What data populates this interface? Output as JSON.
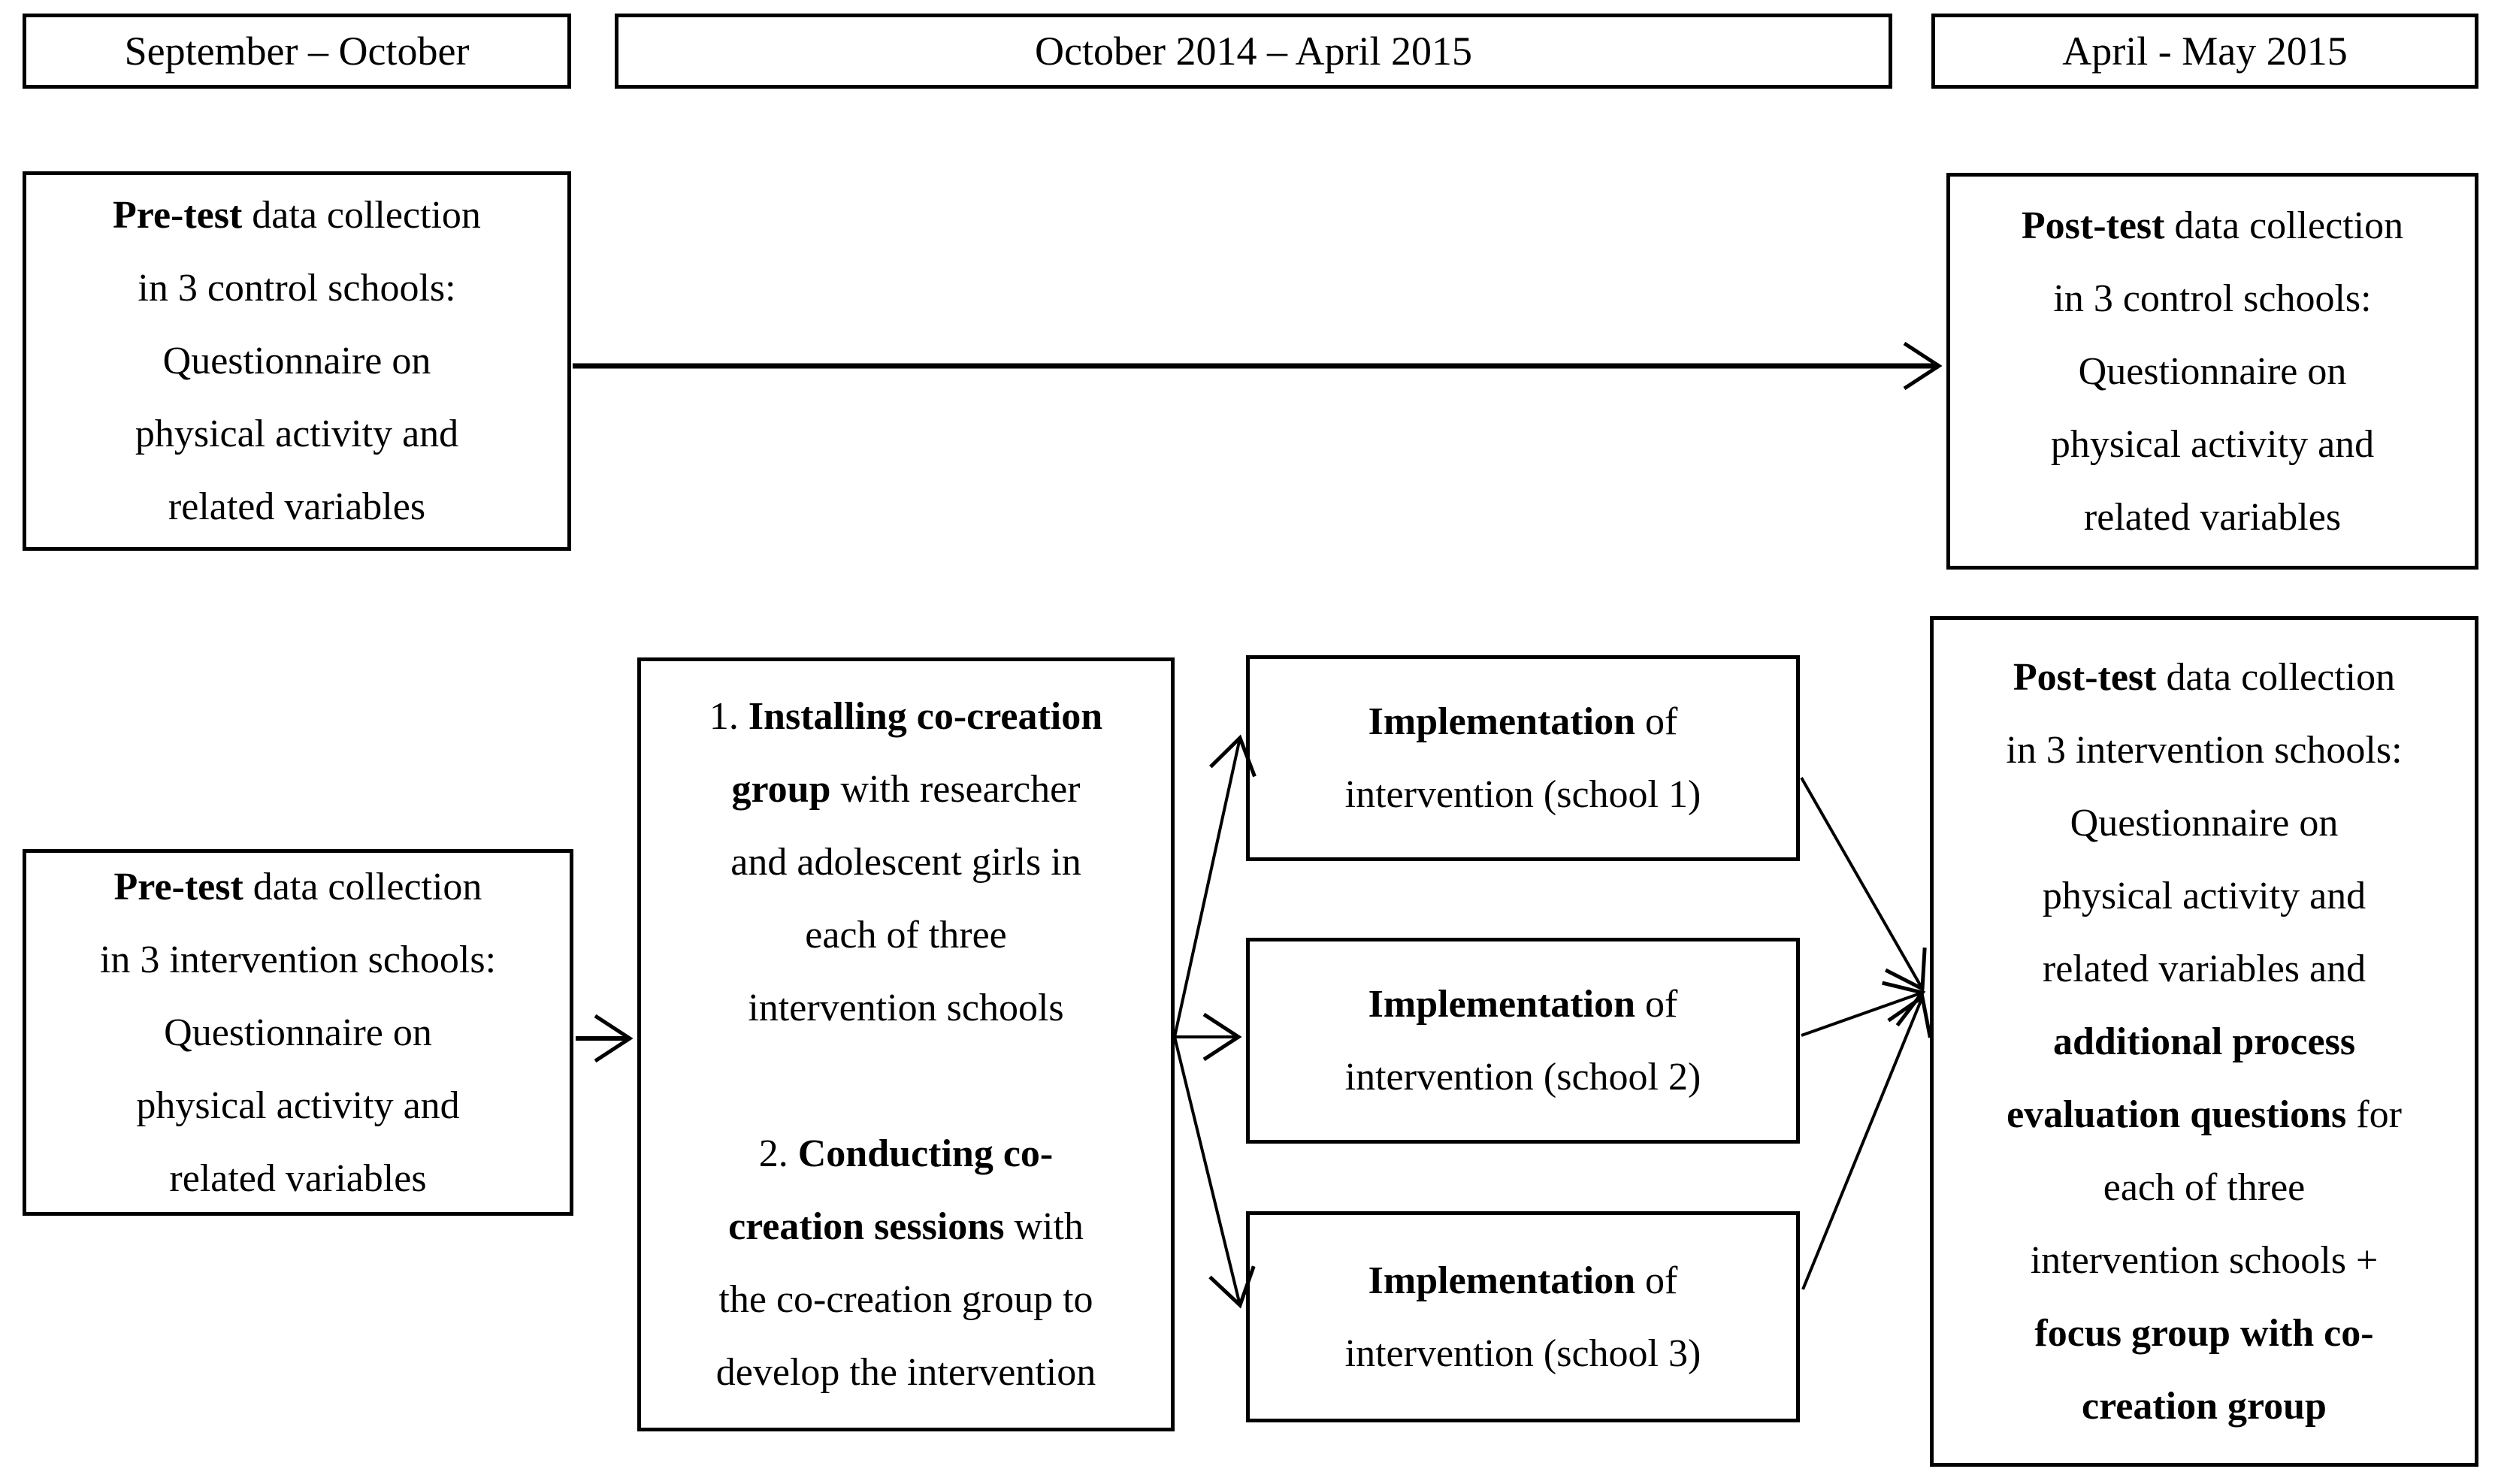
{
  "colors": {
    "border": "#000000",
    "text": "#000000",
    "background": "#ffffff"
  },
  "headers": [
    {
      "label": "September – October"
    },
    {
      "label": "October 2014 – April 2015"
    },
    {
      "label": "April - May 2015"
    }
  ],
  "boxes": {
    "pretest_control": {
      "lines": [
        [
          {
            "t": "Pre-test",
            "b": true
          },
          {
            "t": " data collection"
          }
        ],
        [
          {
            "t": "in 3 control schools:"
          }
        ],
        [
          {
            "t": "Questionnaire on"
          }
        ],
        [
          {
            "t": "physical activity and"
          }
        ],
        [
          {
            "t": "related variables"
          }
        ]
      ]
    },
    "posttest_control": {
      "lines": [
        [
          {
            "t": "Post-test",
            "b": true
          },
          {
            "t": " data collection"
          }
        ],
        [
          {
            "t": "in 3 control schools:"
          }
        ],
        [
          {
            "t": "Questionnaire on"
          }
        ],
        [
          {
            "t": "physical activity and"
          }
        ],
        [
          {
            "t": "related variables"
          }
        ]
      ]
    },
    "pretest_intervention": {
      "lines": [
        [
          {
            "t": "Pre-test",
            "b": true
          },
          {
            "t": " data collection"
          }
        ],
        [
          {
            "t": "in 3 intervention schools:"
          }
        ],
        [
          {
            "t": "Questionnaire on"
          }
        ],
        [
          {
            "t": "physical activity and"
          }
        ],
        [
          {
            "t": "related variables"
          }
        ]
      ]
    },
    "cocreation": {
      "lines": [
        [
          {
            "t": "1. "
          },
          {
            "t": "Installing co-creation",
            "b": true
          }
        ],
        [
          {
            "t": "group",
            "b": true
          },
          {
            "t": " with researcher"
          }
        ],
        [
          {
            "t": "and adolescent girls in"
          }
        ],
        [
          {
            "t": "each of three"
          }
        ],
        [
          {
            "t": "intervention schools"
          }
        ],
        [],
        [
          {
            "t": "2. "
          },
          {
            "t": "Conducting co-",
            "b": true
          }
        ],
        [
          {
            "t": "creation sessions",
            "b": true
          },
          {
            "t": " with"
          }
        ],
        [
          {
            "t": "the co-creation group to"
          }
        ],
        [
          {
            "t": "develop the intervention"
          }
        ]
      ]
    },
    "impl_school1": {
      "lines": [
        [
          {
            "t": "Implementation",
            "b": true
          },
          {
            "t": " of"
          }
        ],
        [
          {
            "t": "intervention (school 1)"
          }
        ]
      ]
    },
    "impl_school2": {
      "lines": [
        [
          {
            "t": "Implementation",
            "b": true
          },
          {
            "t": " of"
          }
        ],
        [
          {
            "t": "intervention (school 2)"
          }
        ]
      ]
    },
    "impl_school3": {
      "lines": [
        [
          {
            "t": "Implementation",
            "b": true
          },
          {
            "t": " of"
          }
        ],
        [
          {
            "t": "intervention (school 3)"
          }
        ]
      ]
    },
    "posttest_intervention": {
      "lines": [
        [
          {
            "t": "Post-test",
            "b": true
          },
          {
            "t": " data collection"
          }
        ],
        [
          {
            "t": "in 3 intervention schools:"
          }
        ],
        [
          {
            "t": "Questionnaire on"
          }
        ],
        [
          {
            "t": "physical activity and"
          }
        ],
        [
          {
            "t": "related variables and"
          }
        ],
        [
          {
            "t": "additional process",
            "b": true
          }
        ],
        [
          {
            "t": "evaluation questions",
            "b": true
          },
          {
            "t": " for"
          }
        ],
        [
          {
            "t": "each of three"
          }
        ],
        [
          {
            "t": "intervention schools +"
          }
        ],
        [
          {
            "t": "focus group with co-",
            "b": true
          }
        ],
        [
          {
            "t": "creation group",
            "b": true
          }
        ]
      ]
    }
  }
}
